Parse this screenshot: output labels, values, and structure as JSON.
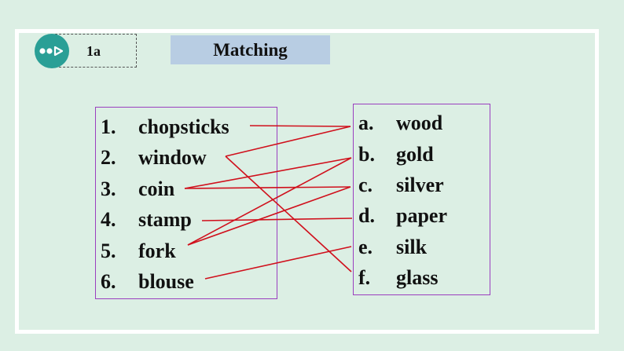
{
  "header": {
    "badge_label": "1a",
    "title": "Matching"
  },
  "icons": {
    "badge": "triple-arrow-icon"
  },
  "colors": {
    "background": "#dcefe4",
    "line": "#d0101c",
    "box_border": "#9a3fbf",
    "title_bg": "#b8cde3",
    "badge_circle": "#2a9f96"
  },
  "left_items": [
    {
      "num": "1.",
      "word": "chopsticks"
    },
    {
      "num": "2.",
      "word": "window"
    },
    {
      "num": "3.",
      "word": "coin"
    },
    {
      "num": "4.",
      "word": "stamp"
    },
    {
      "num": "5.",
      "word": "fork"
    },
    {
      "num": "6.",
      "word": "blouse"
    }
  ],
  "right_items": [
    {
      "num": "a.",
      "word": "wood"
    },
    {
      "num": "b.",
      "word": "gold"
    },
    {
      "num": "c.",
      "word": "silver"
    },
    {
      "num": "d.",
      "word": "paper"
    },
    {
      "num": "e.",
      "word": "silk"
    },
    {
      "num": "f.",
      "word": "glass"
    }
  ]
}
